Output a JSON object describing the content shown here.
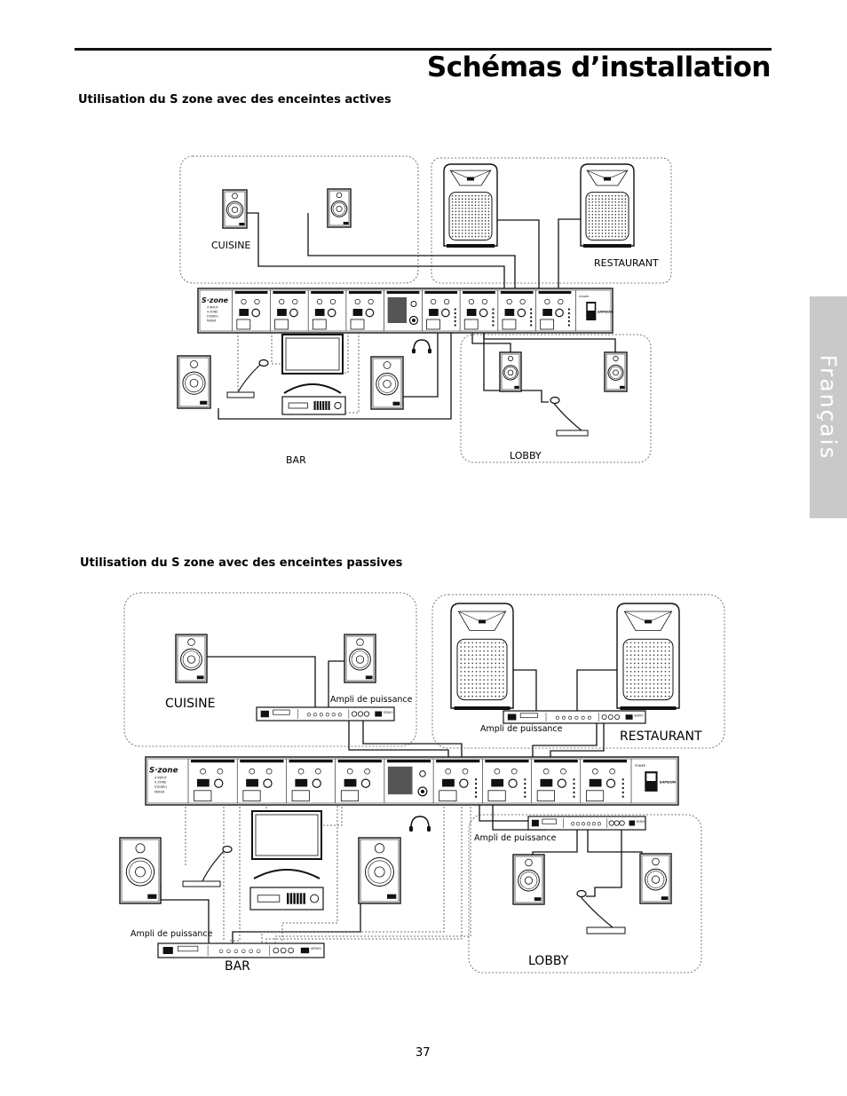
{
  "page": {
    "title": "Schémas d’installation",
    "side_tab": "Français",
    "page_number": "37"
  },
  "diagram1": {
    "title": "Utilisation du S zone avec des enceintes actives",
    "labels": {
      "cuisine": "CUISINE",
      "restaurant": "RESTAURANT",
      "bar": "BAR",
      "lobby": "LOBBY"
    }
  },
  "diagram2": {
    "title": "Utilisation du S zone avec des enceintes passives",
    "labels": {
      "cuisine": "CUISINE",
      "restaurant": "RESTAURANT",
      "bar": "BAR",
      "lobby": "LOBBY",
      "amp": "Ampli de puissance"
    }
  },
  "mixer": {
    "brand": "S·zone",
    "model_lines": [
      "4 INPUT",
      "4 ZONE",
      "STEREO",
      "MIXER"
    ],
    "maker": "SAMSON",
    "power": "POWER"
  },
  "amplifier": {
    "label": "SERVO"
  }
}
